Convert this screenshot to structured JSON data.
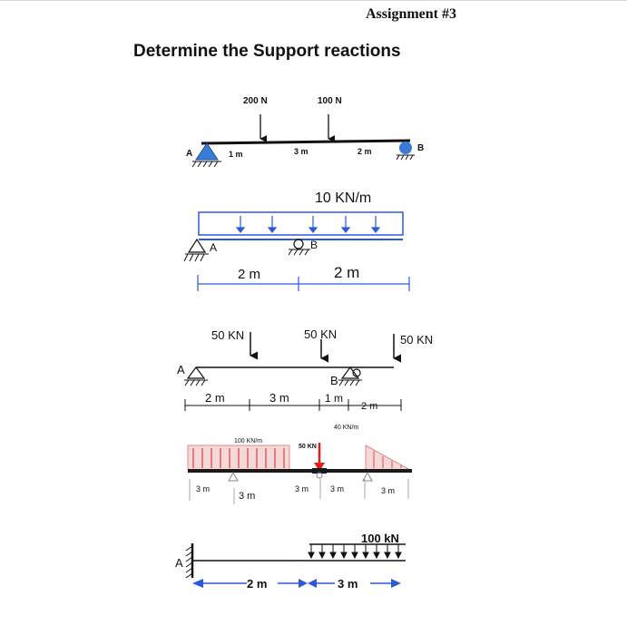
{
  "header": {
    "assignment": "Assignment #3"
  },
  "title": "Determine the Support reactions",
  "problem1": {
    "load_left": "200 N",
    "load_right": "100 N",
    "label_a": "A",
    "label_b": "B",
    "dim1": "1 m",
    "dim2": "3 m",
    "dim3": "2 m"
  },
  "problem2": {
    "udl": "10 KN/m",
    "label_a": "A",
    "label_b": "B",
    "dim1": "2 m",
    "dim2": "2 m"
  },
  "problem3": {
    "load1": "50 KN",
    "load2": "50 KN",
    "load3": "50 KN",
    "label_a": "A",
    "label_b": "B",
    "dim1": "2 m",
    "dim2": "3 m",
    "dim3": "1 m",
    "dim4": "2 m"
  },
  "problem4": {
    "udl": "100 KN/m",
    "point": "50 KN",
    "tri": "40 KN/m",
    "dim1": "3 m",
    "dim2": "3 m",
    "dim3": "3 m",
    "dim4": "3 m",
    "dim5": "3 m"
  },
  "problem5": {
    "udl": "100 kN",
    "label_a": "A",
    "dim1": "2 m",
    "dim2": "3 m"
  }
}
